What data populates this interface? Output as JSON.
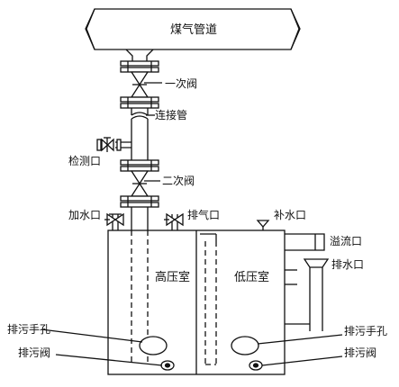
{
  "labels": {
    "gas_pipe": "煤气管道",
    "valve_primary": "一次阀",
    "connector_pipe": "连接管",
    "test_port": "检测口",
    "valve_secondary": "二次阀",
    "fill_port": "加水口",
    "vent_port": "排气口",
    "makeup_port": "补水口",
    "overflow_port": "溢流口",
    "drain_port": "排水口",
    "high_pressure_chamber": "高压室",
    "low_pressure_chamber": "低压室",
    "cleanout_left": "排污手孔",
    "blowdown_left": "排污阀",
    "cleanout_right": "排污手孔",
    "blowdown_right": "排污阀"
  },
  "colors": {
    "line": "#111111",
    "background": "#ffffff"
  }
}
